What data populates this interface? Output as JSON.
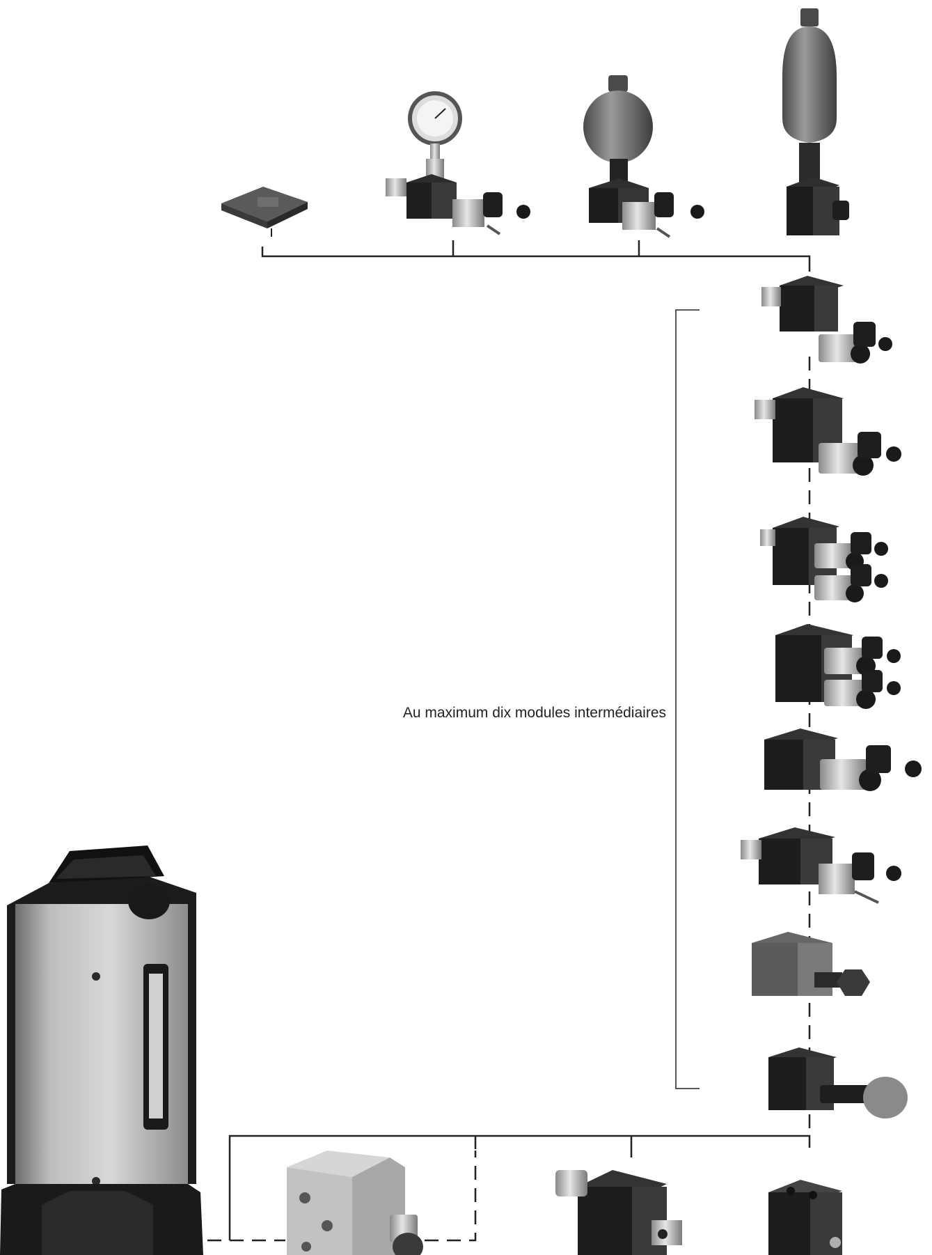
{
  "diagram": {
    "caption": "Au maximum dix modules intermédiaires",
    "colors": {
      "line": "#222222",
      "metal_dark": "#2b2b2b",
      "metal_mid": "#5a5a5a",
      "metal_light": "#b9b9b9",
      "accumulator": "#6e6e6e"
    },
    "top_components": [
      {
        "name": "cover-plate",
        "icon": "plate-icon"
      },
      {
        "name": "pressure-gauge-module",
        "icon": "gauge-icon"
      },
      {
        "name": "small-accumulator-module",
        "icon": "accumulator-icon"
      },
      {
        "name": "large-accumulator-module",
        "icon": "accumulator-icon"
      }
    ],
    "intermediate_modules": [
      {
        "name": "module-1",
        "icon": "solenoid-valve-icon"
      },
      {
        "name": "module-2",
        "icon": "solenoid-valve-icon"
      },
      {
        "name": "module-3",
        "icon": "double-solenoid-valve-icon"
      },
      {
        "name": "module-4",
        "icon": "double-solenoid-valve-icon"
      },
      {
        "name": "module-5",
        "icon": "solenoid-valve-icon"
      },
      {
        "name": "module-6",
        "icon": "pressure-switch-valve-icon"
      },
      {
        "name": "module-7",
        "icon": "throttle-valve-icon"
      },
      {
        "name": "module-8",
        "icon": "relief-valve-icon"
      }
    ],
    "bottom_components": [
      {
        "name": "hydraulic-power-unit",
        "icon": "pump-unit-icon"
      },
      {
        "name": "relief-valve-module",
        "icon": "relief-valve-icon"
      },
      {
        "name": "directional-valve-module",
        "icon": "solenoid-valve-icon"
      },
      {
        "name": "base-block-module",
        "icon": "block-icon"
      }
    ]
  }
}
